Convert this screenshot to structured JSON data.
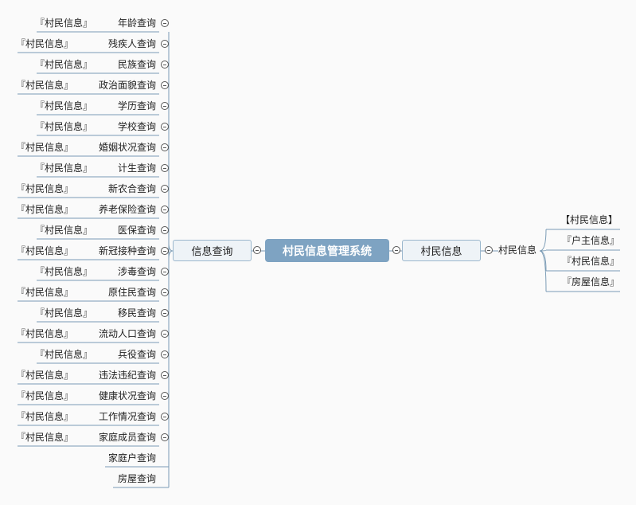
{
  "root": "村民信息管理系统",
  "left_branch": {
    "label": "信息查询",
    "children": [
      {
        "label": "年龄查询",
        "tag": "『村民信息』"
      },
      {
        "label": "残疾人查询",
        "tag": "『村民信息』"
      },
      {
        "label": "民族查询",
        "tag": "『村民信息』"
      },
      {
        "label": "政治面貌查询",
        "tag": "『村民信息』"
      },
      {
        "label": "学历查询",
        "tag": "『村民信息』"
      },
      {
        "label": "学校查询",
        "tag": "『村民信息』"
      },
      {
        "label": "婚姻状况查询",
        "tag": "『村民信息』"
      },
      {
        "label": "计生查询",
        "tag": "『村民信息』"
      },
      {
        "label": "新农合查询",
        "tag": "『村民信息』"
      },
      {
        "label": "养老保险查询",
        "tag": "『村民信息』"
      },
      {
        "label": "医保查询",
        "tag": "『村民信息』"
      },
      {
        "label": "新冠接种查询",
        "tag": "『村民信息』"
      },
      {
        "label": "涉毒查询",
        "tag": "『村民信息』"
      },
      {
        "label": "原住民查询",
        "tag": "『村民信息』"
      },
      {
        "label": "移民查询",
        "tag": "『村民信息』"
      },
      {
        "label": "流动人口查询",
        "tag": "『村民信息』"
      },
      {
        "label": "兵役查询",
        "tag": "『村民信息』"
      },
      {
        "label": "违法违纪查询",
        "tag": "『村民信息』"
      },
      {
        "label": "健康状况查询",
        "tag": "『村民信息』"
      },
      {
        "label": "工作情况查询",
        "tag": "『村民信息』"
      },
      {
        "label": "家庭成员查询",
        "tag": "『村民信息』"
      },
      {
        "label": "家庭户查询",
        "tag": ""
      },
      {
        "label": "房屋查询",
        "tag": ""
      }
    ]
  },
  "right_branch": {
    "label": "村民信息",
    "sub": {
      "label": "村民信息",
      "children": [
        "【村民信息】",
        "『户主信息』",
        "『村民信息』",
        "『房屋信息』"
      ]
    }
  },
  "colors": {
    "line": "#7a9bb5",
    "root_fill": "#7ea3c2",
    "box_fill": "#eef3f7"
  }
}
